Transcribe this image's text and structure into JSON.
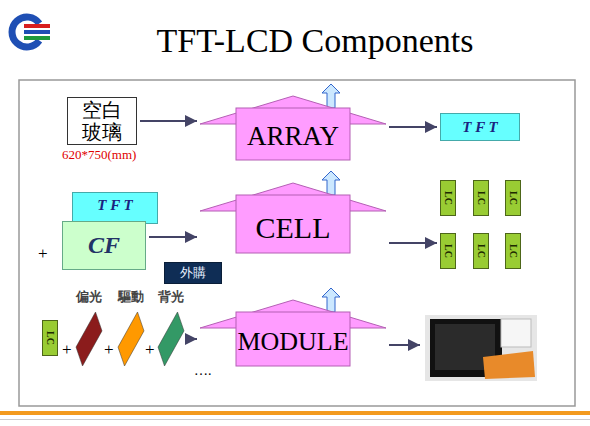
{
  "diagram": {
    "title": "TFT-LCD Components",
    "nodes": [
      {
        "text": [
          "空白 玻璃"
        ]
      },
      {
        "text": [
          "ARRAY"
        ]
      },
      {
        "text": [
          "T F T"
        ]
      },
      {
        "text": [
          "T F T"
        ]
      },
      {
        "text": [
          "CF"
        ]
      },
      {
        "text": [
          "外購"
        ]
      },
      {
        "text": [
          "CELL"
        ]
      },
      {
        "text": [
          "LC"
        ]
      },
      {
        "text": [
          "LC"
        ]
      },
      {
        "text": [
          "LC"
        ]
      },
      {
        "text": [
          "LC"
        ]
      },
      {
        "text": [
          "LC"
        ]
      },
      {
        "text": [
          "LC"
        ]
      },
      {
        "text": [
          "LC"
        ]
      },
      {
        "text": [
          "偏光"
        ]
      },
      {
        "text": [
          "驅動"
        ]
      },
      {
        "text": [
          "背光"
        ]
      },
      {
        "text": [
          "MODULE"
        ]
      }
    ],
    "edges": [
      {
        "from": 0,
        "to": 1,
        "arrow": "to"
      },
      {
        "from": 1,
        "to": 2,
        "arrow": "to"
      },
      {
        "from": 4,
        "to": 6,
        "arrow": "to"
      },
      {
        "from": 6,
        "to": 10,
        "arrow": "to"
      },
      {
        "from": 16,
        "to": 17,
        "arrow": "to"
      }
    ],
    "labels": [
      "620*750(mm)",
      "+",
      "+",
      "+",
      "+",
      "…."
    ]
  }
}
